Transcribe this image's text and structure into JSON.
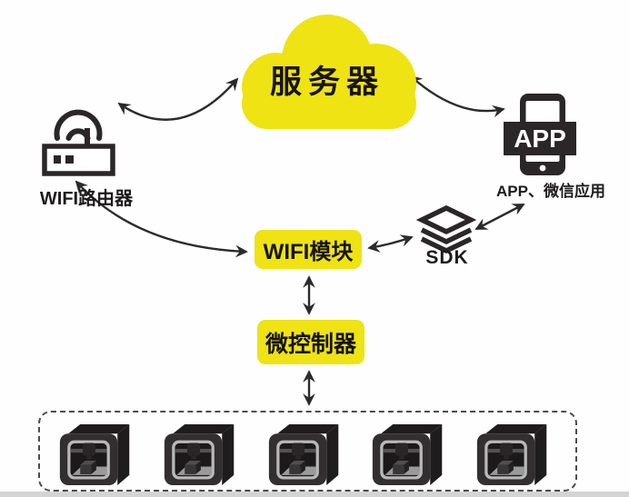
{
  "diagram": {
    "cloud": {
      "label": "服务器"
    },
    "router": {
      "label": "WIFI路由器"
    },
    "app": {
      "icon_text": "APP",
      "label": "APP、微信应用"
    },
    "wifi_module": {
      "label": "WIFI模块"
    },
    "sdk": {
      "label": "SDK"
    },
    "mcu": {
      "label": "微控制器"
    },
    "printer_farm": {
      "printer_count": 5
    }
  },
  "colors": {
    "accent_yellow": "#EFE313",
    "icon_dark": "#2B2627",
    "arrow": "#2B2B2B"
  }
}
